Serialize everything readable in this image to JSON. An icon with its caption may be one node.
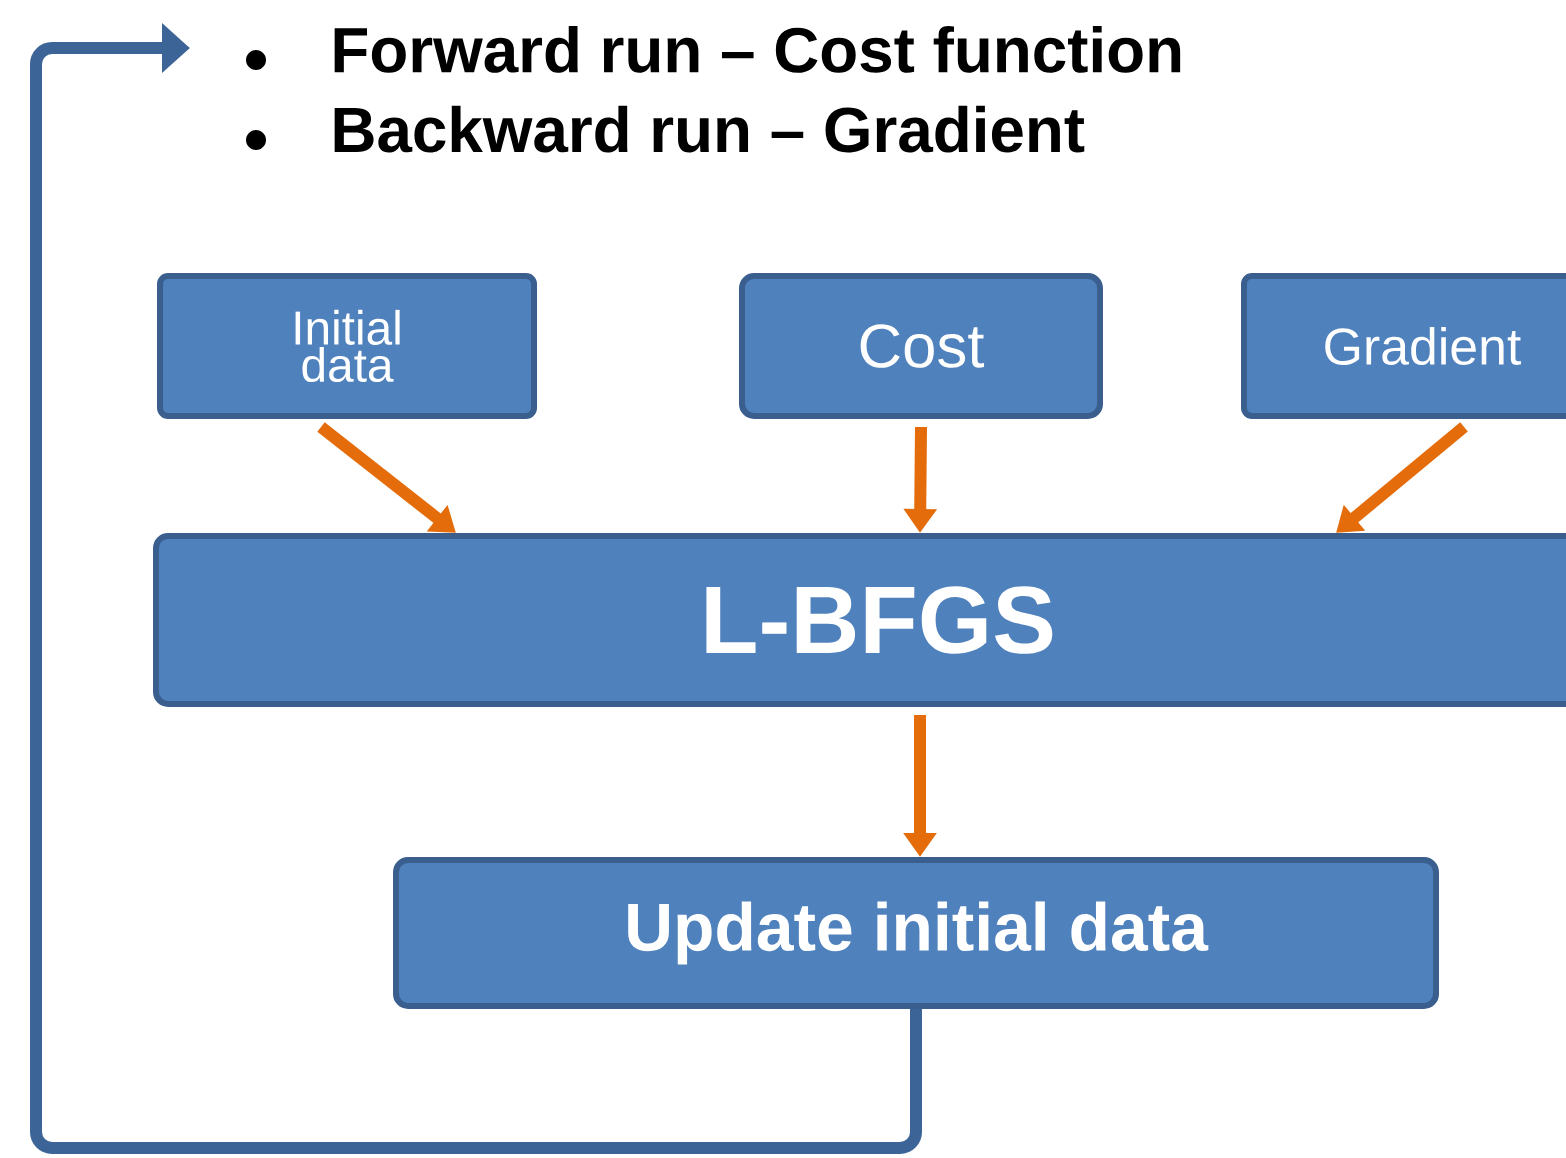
{
  "diagram": {
    "nodes": [
      {
        "text": [
          "Forward run – Cost function",
          "Backward run – Gradient"
        ]
      },
      {
        "text": [
          "Initial data"
        ]
      },
      {
        "text": [
          "Cost"
        ]
      },
      {
        "text": [
          "Gradient"
        ]
      },
      {
        "text": [
          "L-BFGS"
        ]
      },
      {
        "text": [
          "Update initial data"
        ]
      }
    ],
    "edges": [
      {
        "from": 1,
        "to": 4,
        "arrow": "to"
      },
      {
        "from": 2,
        "to": 4,
        "arrow": "to"
      },
      {
        "from": 3,
        "to": 4,
        "arrow": "to"
      },
      {
        "from": 4,
        "to": 5,
        "arrow": "to"
      },
      {
        "from": 5,
        "to": 0,
        "arrow": "to",
        "color": "#3c6497"
      }
    ]
  }
}
